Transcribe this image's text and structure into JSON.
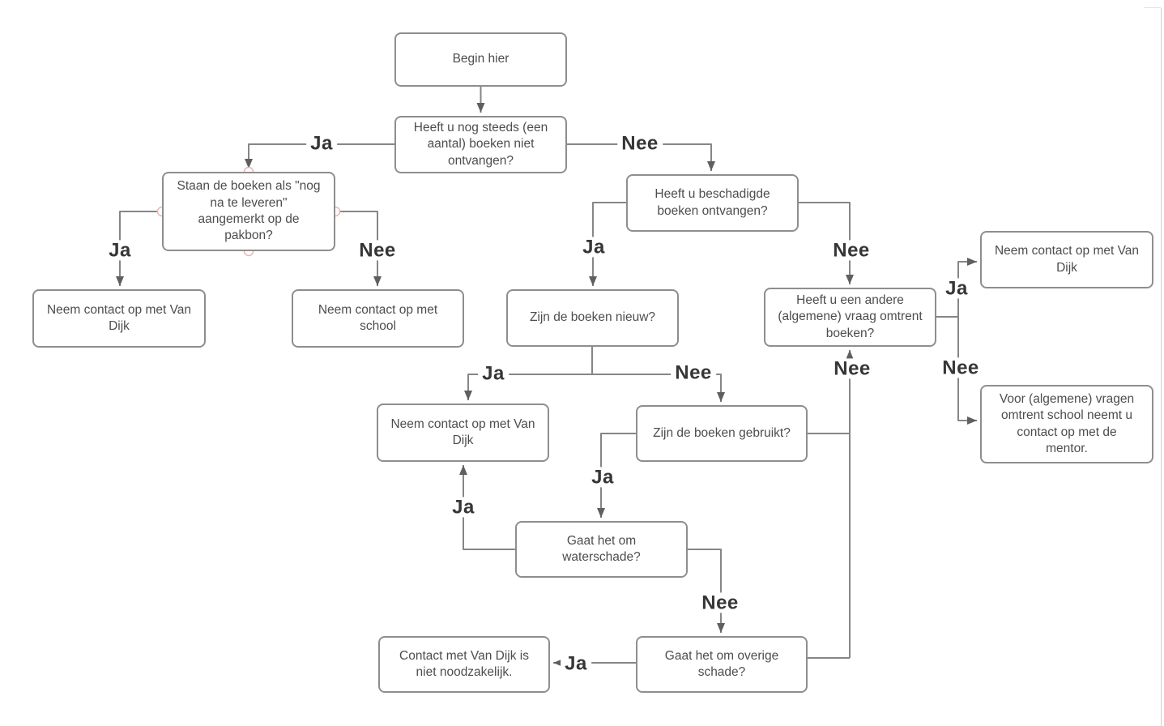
{
  "diagram": {
    "language": "nl",
    "colors": {
      "background": "#ffffff",
      "node_fill": "#ffffff",
      "node_border": "#8e8e8e",
      "node_text": "#4d4d4d",
      "connector_line": "#868686",
      "arrowhead": "#5f5f5f",
      "edge_label_text": "#363636",
      "connection_handle": "#edb3b3"
    }
  },
  "nodes": {
    "begin": {
      "text": "Begin hier"
    },
    "q1": {
      "text": "Heeft u nog steeds (een\naantal) boeken niet\nontvangen?"
    },
    "q2": {
      "text": "Staan de boeken als \"nog\nna te leveren\"\naangemerkt op de\npakbon?"
    },
    "a1": {
      "text": "Neem contact op met Van\nDijk"
    },
    "a2": {
      "text": "Neem contact op met\nschool"
    },
    "q3": {
      "text": "Heeft u beschadigde\nboeken ontvangen?"
    },
    "q4": {
      "text": "Zijn de boeken nieuw?"
    },
    "q5": {
      "text": "Heeft u een andere\n(algemene) vraag omtrent\nboeken?"
    },
    "a3": {
      "text": "Neem contact op met Van\nDijk"
    },
    "a4": {
      "text": "Voor (algemene) vragen\nomtrent school neemt u\ncontact op met de\nmentor."
    },
    "a5": {
      "text": "Neem contact op met Van\nDijk"
    },
    "q6": {
      "text": "Zijn de boeken gebruikt?"
    },
    "q7": {
      "text": "Gaat het om\nwaterschade?"
    },
    "q8": {
      "text": "Gaat het om overige\nschade?"
    },
    "a6": {
      "text": "Contact met Van Dijk is\nniet noodzakelijk."
    }
  },
  "edges": [
    {
      "from": "begin",
      "to": "q1",
      "label": ""
    },
    {
      "from": "q1",
      "to": "q2",
      "label": "Ja"
    },
    {
      "from": "q1",
      "to": "q3",
      "label": "Nee"
    },
    {
      "from": "q2",
      "to": "a1",
      "label": "Ja"
    },
    {
      "from": "q2",
      "to": "a2",
      "label": "Nee"
    },
    {
      "from": "q3",
      "to": "q4",
      "label": "Ja"
    },
    {
      "from": "q3",
      "to": "q5",
      "label": "Nee"
    },
    {
      "from": "q4",
      "to": "a5",
      "label": "Ja"
    },
    {
      "from": "q4",
      "to": "q6",
      "label": "Nee"
    },
    {
      "from": "q6",
      "to": "q7",
      "label": "Ja"
    },
    {
      "from": "q7",
      "to": "a5",
      "label": "Ja"
    },
    {
      "from": "q7",
      "to": "q8",
      "label": "Nee"
    },
    {
      "from": "q8",
      "to": "a6",
      "label": "Ja"
    },
    {
      "from": "q6",
      "to": "q5",
      "label": "Nee"
    },
    {
      "from": "q8",
      "to": "q5",
      "label": ""
    },
    {
      "from": "q5",
      "to": "a3",
      "label": "Ja"
    },
    {
      "from": "q5",
      "to": "a4",
      "label": "Nee"
    }
  ]
}
